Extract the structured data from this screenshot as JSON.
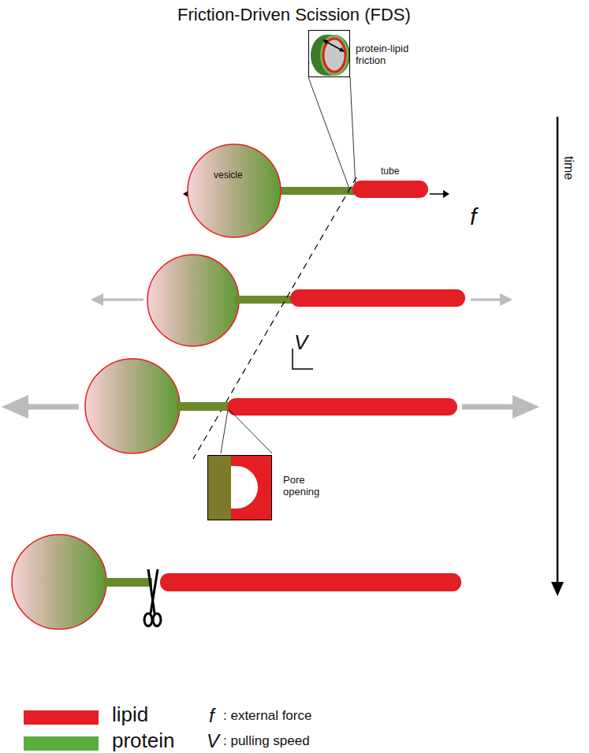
{
  "diagram": {
    "title": "Friction-Driven Scission (FDS)",
    "nodes": [
      {
        "text": [
          "protein-lipid friction"
        ]
      },
      {
        "text": [
          "vesicle"
        ]
      },
      {
        "text": [
          "tube"
        ]
      },
      {
        "text": [
          "Pore opening"
        ]
      }
    ],
    "labels": [
      "f",
      "time",
      "V",
      "f",
      ": external force",
      "V",
      ": pulling speed"
    ],
    "legend": [
      {
        "text": "lipid",
        "color": "#e31e24"
      },
      {
        "text": "protein",
        "color": "#5aae3f"
      }
    ]
  }
}
